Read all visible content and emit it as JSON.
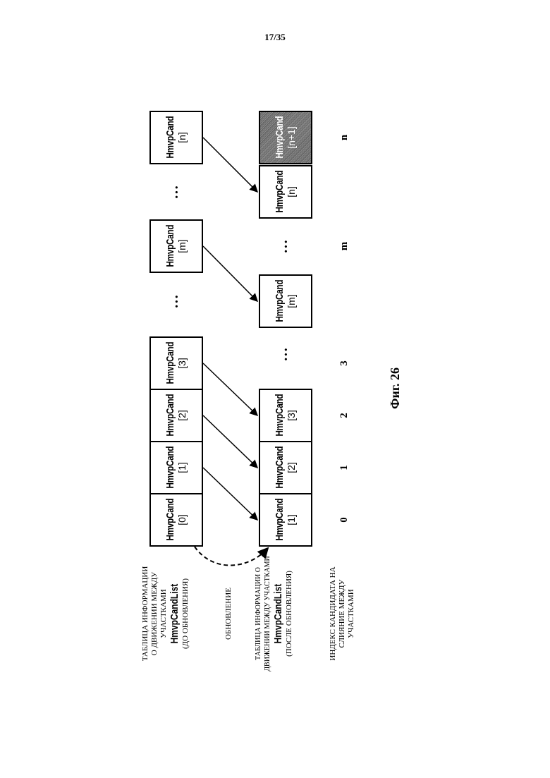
{
  "page_number": "17/35",
  "before": {
    "title_line1": "ТАБЛИЦА ИНФОРМАЦИИ",
    "title_line2": "О ДВИЖЕНИИ МЕЖДУ",
    "title_line3": "УЧАСТКАМИ",
    "list_name": "HmvpCandList",
    "state": "(ДО ОБНОВЛЕНИЯ)",
    "boxes": [
      {
        "name": "HmvpCand",
        "index": "[0]"
      },
      {
        "name": "HmvpCand",
        "index": "[1]"
      },
      {
        "name": "HmvpCand",
        "index": "[2]"
      },
      {
        "name": "HmvpCand",
        "index": "[3]"
      },
      {
        "name": "HmvpCand",
        "index": "[m]"
      },
      {
        "name": "HmvpCand",
        "index": "[n]"
      }
    ],
    "ellipsis": [
      "…",
      "…"
    ]
  },
  "update_label": "ОБНОВЛЕНИЕ",
  "after": {
    "title_line1": "ТАБЛИЦА ИНФОРМАЦИИ О",
    "title_line2": "ДВИЖЕНИИ МЕЖДУ УЧАСТКАМИ",
    "list_name": "HmvpCandList",
    "state": "(ПОСЛЕ ОБНОВЛЕНИЯ)",
    "boxes": [
      {
        "name": "HmvpCand",
        "index": "[1]"
      },
      {
        "name": "HmvpCand",
        "index": "[2]"
      },
      {
        "name": "HmvpCand",
        "index": "[3]"
      },
      {
        "name": "HmvpCand",
        "index": "[m]"
      },
      {
        "name": "HmvpCand",
        "index": "[n]"
      },
      {
        "name": "HmvpCand",
        "index": "[n+1]"
      }
    ],
    "ellipsis": [
      "…",
      "…",
      "…"
    ]
  },
  "merge_index": {
    "label_line1": "ИНДЕКС КАНДИДАТА НА",
    "label_line2": "СЛИЯНИЕ МЕЖДУ",
    "label_line3": "УЧАСТКАМИ",
    "values": [
      "0",
      "1",
      "2",
      "3",
      "m",
      "n"
    ]
  },
  "figure_caption": "Фиг. 26",
  "colors": {
    "shaded_box": "#7a7a7a"
  }
}
